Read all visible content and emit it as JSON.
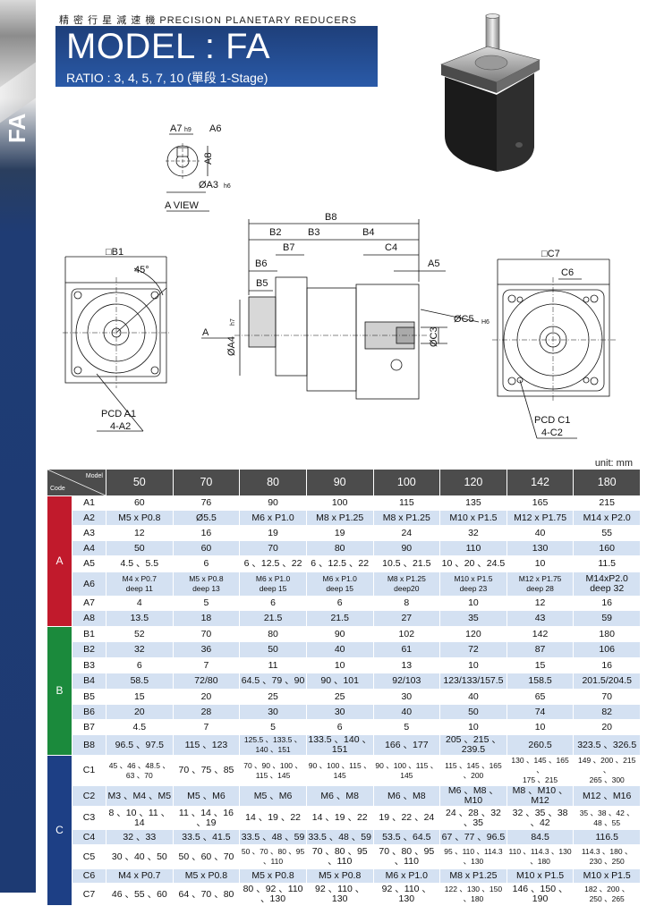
{
  "side_tab": "FA",
  "subtitle": "精 密 行 星 減 速 機   PRECISION PLANETARY REDUCERS",
  "title": "MODEL : FA",
  "ratio": "RATIO : 3, 4, 5, 7, 10 (單段 1-Stage)",
  "colors": {
    "header_bg": "#4c4c4c",
    "group_A": "#c11a2c",
    "group_B": "#1b8a3c",
    "group_C": "#1d3f85",
    "stripe": "#d4e1f2",
    "title_bar": "#1e3f7a"
  },
  "drawing": {
    "a_view": "A VIEW",
    "a7": "A7",
    "a7_tol": "h9",
    "a6": "A6",
    "a8": "A8",
    "a3": "ØA3",
    "a3_tol": "h6",
    "b1": "□B1",
    "angle": "45°",
    "pcd_a1": "PCD A1",
    "a2": "4-A2",
    "b8": "B8",
    "b2": "B2",
    "b3": "B3",
    "b4": "B4",
    "b7": "B7",
    "c4": "C4",
    "b6": "B6",
    "a5": "A5",
    "b5": "B5",
    "arrow_a": "A",
    "a4": "ØA4",
    "a4_tol": "h7",
    "c5": "ØC5",
    "c5_tol": "H6",
    "c3": "ØC3",
    "c7": "□C7",
    "c6": "C6",
    "pcd_c1": "PCD C1",
    "c2": "4-C2"
  },
  "unit": "unit: mm",
  "table": {
    "corner_model": "Model",
    "corner_code": "Code",
    "models": [
      "50",
      "70",
      "80",
      "90",
      "100",
      "120",
      "142",
      "180"
    ],
    "groups": [
      {
        "name": "A",
        "rows": [
          {
            "code": "A1",
            "v": [
              "60",
              "76",
              "90",
              "100",
              "115",
              "135",
              "165",
              "215"
            ]
          },
          {
            "code": "A2",
            "v": [
              "M5 x P0.8",
              "Ø5.5",
              "M6 x P1.0",
              "M8 x P1.25",
              "M8 x P1.25",
              "M10 x P1.5",
              "M12 x P1.75",
              "M14 x P2.0"
            ]
          },
          {
            "code": "A3",
            "v": [
              "12",
              "16",
              "19",
              "19",
              "24",
              "32",
              "40",
              "55"
            ]
          },
          {
            "code": "A4",
            "v": [
              "50",
              "60",
              "70",
              "80",
              "90",
              "110",
              "130",
              "160"
            ]
          },
          {
            "code": "A5",
            "v": [
              "4.5 、5.5",
              "6",
              "6 、12.5 、22",
              "6 、12.5 、22",
              "10.5 、21.5",
              "10 、20 、24.5",
              "10",
              "11.5"
            ]
          },
          {
            "code": "A6",
            "v": [
              "M4 x P0.7\ndeep 11",
              "M5 x P0.8\ndeep 13",
              "M6 x P1.0\ndeep 15",
              "M6 x P1.0\ndeep 15",
              "M8 x P1.25\ndeep20",
              "M10 x P1.5\ndeep 23",
              "M12 x P1.75\ndeep 28",
              "M14xP2.0\ndeep 32"
            ]
          },
          {
            "code": "A7",
            "v": [
              "4",
              "5",
              "6",
              "6",
              "8",
              "10",
              "12",
              "16"
            ]
          },
          {
            "code": "A8",
            "v": [
              "13.5",
              "18",
              "21.5",
              "21.5",
              "27",
              "35",
              "43",
              "59"
            ]
          }
        ]
      },
      {
        "name": "B",
        "rows": [
          {
            "code": "B1",
            "v": [
              "52",
              "70",
              "80",
              "90",
              "102",
              "120",
              "142",
              "180"
            ]
          },
          {
            "code": "B2",
            "v": [
              "32",
              "36",
              "50",
              "40",
              "61",
              "72",
              "87",
              "106"
            ]
          },
          {
            "code": "B3",
            "v": [
              "6",
              "7",
              "11",
              "10",
              "13",
              "10",
              "15",
              "16"
            ]
          },
          {
            "code": "B4",
            "v": [
              "58.5",
              "72/80",
              "64.5 、79 、90",
              "90 、101",
              "92/103",
              "123/133/157.5",
              "158.5",
              "201.5/204.5"
            ]
          },
          {
            "code": "B5",
            "v": [
              "15",
              "20",
              "25",
              "25",
              "30",
              "40",
              "65",
              "70"
            ]
          },
          {
            "code": "B6",
            "v": [
              "20",
              "28",
              "30",
              "30",
              "40",
              "50",
              "74",
              "82"
            ]
          },
          {
            "code": "B7",
            "v": [
              "4.5",
              "7",
              "5",
              "6",
              "5",
              "10",
              "10",
              "20"
            ]
          },
          {
            "code": "B8",
            "v": [
              "96.5 、97.5",
              "115 、123",
              "125.5 、133.5 、140 、151",
              "133.5 、140 、151",
              "166 、177",
              "205 、215 、239.5",
              "260.5",
              "323.5 、326.5"
            ]
          }
        ]
      },
      {
        "name": "C",
        "rows": [
          {
            "code": "C1",
            "v": [
              "45 、46 、48.5 、\n63 、70",
              "70 、75 、85",
              "70 、90 、100 、\n115 、145",
              "90 、100 、115 、\n145",
              "90 、100 、115 、\n145",
              "115 、145 、165\n、200",
              "130 、145 、165 、\n175 、215",
              "149 、200 、215 、\n265 、300"
            ]
          },
          {
            "code": "C2",
            "v": [
              "M3 、M4 、M5",
              "M5 、M6",
              "M5 、M6",
              "M6 、M8",
              "M6 、M8",
              "M6 、M8 、M10",
              "M8 、M10 、M12",
              "M12 、M16"
            ]
          },
          {
            "code": "C3",
            "v": [
              "8 、10 、11 、14",
              "11 、14 、16 、19",
              "14 、19 、22",
              "14 、19 、22",
              "19 、22 、24",
              "24 、28 、32 、35",
              "32 、35 、38 、42",
              "35 、38 、42 、\n48 、55"
            ]
          },
          {
            "code": "C4",
            "v": [
              "32 、33",
              "33.5 、41.5",
              "33.5 、48 、59",
              "33.5 、48 、59",
              "53.5 、64.5",
              "67 、77 、96.5",
              "84.5",
              "116.5"
            ]
          },
          {
            "code": "C5",
            "v": [
              "30 、40 、50",
              "50 、60 、70",
              "50 、70 、80 、95\n、110",
              "70 、80 、95 、110",
              "70 、80 、95 、110",
              "95 、110 、114.3\n、130",
              "110 、114.3 、130\n、180",
              "114.3 、180 、\n230 、250"
            ]
          },
          {
            "code": "C6",
            "v": [
              "M4 x P0.7",
              "M5 x P0.8",
              "M5 x P0.8",
              "M5 x P0.8",
              "M6 x P1.0",
              "M8 x P1.25",
              "M10 x P1.5",
              "M10 x P1.5"
            ]
          },
          {
            "code": "C7",
            "v": [
              "46 、55 、60",
              "64 、70 、80",
              "80 、92 、110 、130",
              "92 、110 、130",
              "92 、110 、130",
              "122 、130 、150\n、180",
              "146 、150 、190",
              "182 、200 、\n250 、265"
            ]
          }
        ]
      }
    ]
  }
}
